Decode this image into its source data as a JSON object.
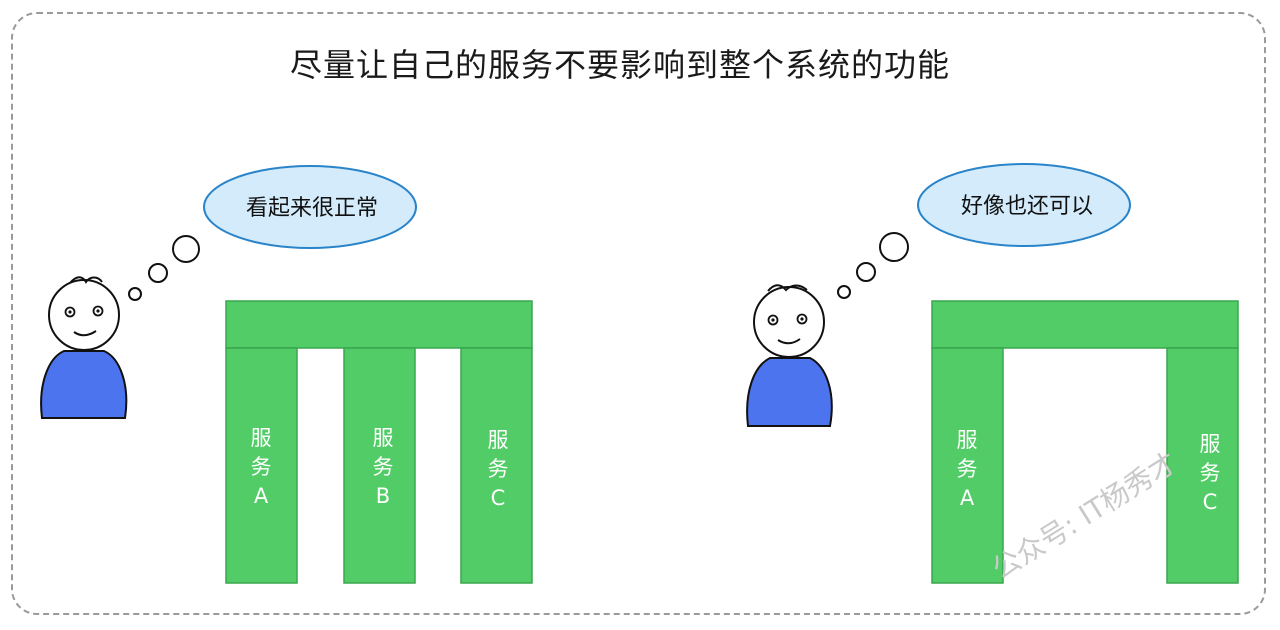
{
  "title": "尽量让自己的服务不要影响到整个系统的功能",
  "left": {
    "thought": "看起来很正常",
    "services": [
      {
        "line1": "服",
        "line2": "务",
        "line3": "A"
      },
      {
        "line1": "服",
        "line2": "务",
        "line3": "B"
      },
      {
        "line1": "服",
        "line2": "务",
        "line3": "C"
      }
    ]
  },
  "right": {
    "thought": "好像也还可以",
    "services": [
      {
        "line1": "服",
        "line2": "务",
        "line3": "A"
      },
      {
        "line1": "服",
        "line2": "务",
        "line3": "C"
      }
    ]
  },
  "watermark": "公众号: IT杨秀才",
  "colors": {
    "pillar": "#52cc66",
    "pillar_border": "#3aa64e",
    "bubble_fill": "#d4ebfb",
    "bubble_stroke": "#2a84c9",
    "body_fill": "#4d74ef"
  }
}
